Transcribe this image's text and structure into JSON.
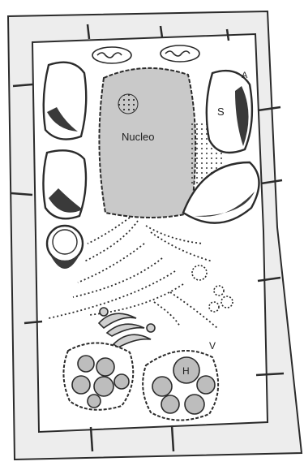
{
  "labels": {
    "nucleus": "Nucleo",
    "starch": "S",
    "amyloplast": "A",
    "vacuole": "V",
    "body": "H"
  },
  "colors": {
    "wall_fill": "#ededed",
    "stroke": "#2b2b2b",
    "nucleus_fill": "#c9c9c9",
    "cytoplasm": "#ffffff",
    "dark_region": "#3a3a3a",
    "grey_region": "#bdbdbd"
  }
}
